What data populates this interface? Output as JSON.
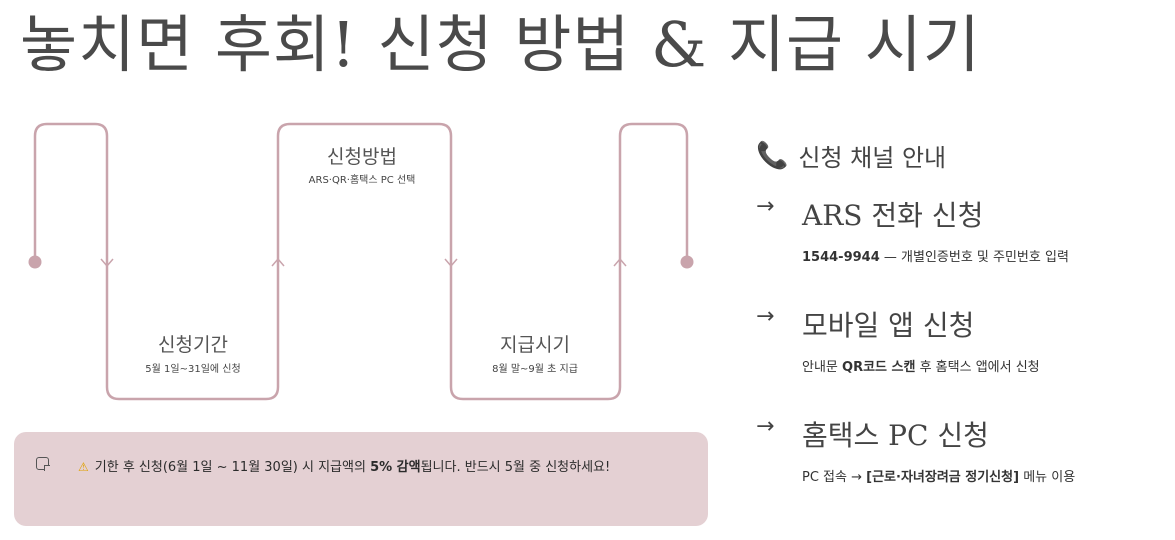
{
  "title": "놓치면 후회! 신청 방법 & 지급 시기",
  "steps": [
    {
      "title": "신청기간",
      "desc": "5월 1일~31일에 신청"
    },
    {
      "title": "신청방법",
      "desc": "ARS·QR·홈택스 PC 선택"
    },
    {
      "title": "지급시기",
      "desc": "8월 말~9월 초 지급"
    }
  ],
  "note": {
    "icon": "note-icon",
    "warn_icon": "⚠",
    "text_before": "기한 후 신청(6월 1일 ~ 11월 30일) 시 지급액의 ",
    "text_bold": "5% 감액",
    "text_after": "됩니다. 반드시 5월 중 신청하세요!"
  },
  "channels": {
    "icon": "📞",
    "heading": "신청 채널 안내",
    "arrow": "→",
    "items": [
      {
        "title": "ARS 전화 신청",
        "desc_bold": "1544-9944",
        "desc_after": " — 개별인증번호 및 주민번호 입력"
      },
      {
        "title": "모바일 앱 신청",
        "desc_before": "안내문 ",
        "desc_bold": "QR코드 스캔",
        "desc_after": " 후 홈택스 앱에서 신청"
      },
      {
        "title": "홈택스 PC 신청",
        "desc_before": "PC 접속 → ",
        "desc_bold": "[근로·자녀장려금 정기신청]",
        "desc_after": " 메뉴 이용"
      }
    ]
  },
  "colors": {
    "line": "#c9a4ac",
    "dot": "#c9a4ac",
    "note_bg": "#e4d0d3",
    "phone": "#d6336c"
  }
}
